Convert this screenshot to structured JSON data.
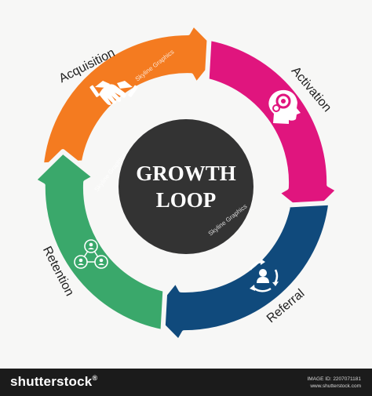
{
  "diagram": {
    "center_title_line1": "GROWTH",
    "center_title_line2": "LOOP",
    "stages": [
      {
        "label": "Acquisition",
        "color": "#f47b20",
        "icon": "handshake-icon"
      },
      {
        "label": "Activation",
        "color": "#e0157e",
        "icon": "head-gears-icon"
      },
      {
        "label": "Referral",
        "color": "#104a7c",
        "icon": "referral-cycle-icon"
      },
      {
        "label": "Retention",
        "color": "#3aa86b",
        "icon": "team-network-icon"
      }
    ],
    "center_color": "#333333",
    "watermarks": [
      "Skyline Graphics",
      "Skyline Graphics",
      "Skyline Graphics"
    ]
  },
  "footer": {
    "brand": "shutterstock",
    "brand_suffix": "®",
    "image_id": "IMAGE ID: 2207071181",
    "site": "www.shutterstock.com"
  }
}
